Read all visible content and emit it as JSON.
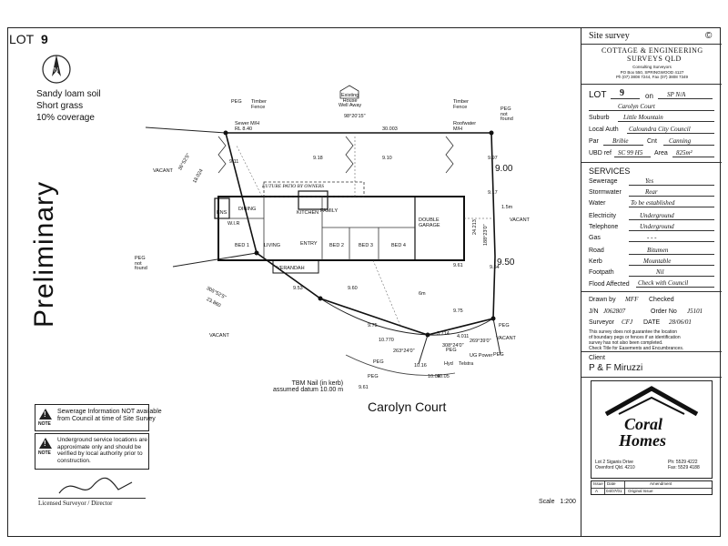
{
  "header": {
    "lot_label": "LOT",
    "lot_number": "9"
  },
  "soil_notes": {
    "line1": "Sandy loam soil",
    "line2": "Short grass",
    "line3": "10% coverage"
  },
  "watermark": "Preliminary",
  "plan": {
    "peg_labels": [
      "PEG",
      "PEG",
      "PEG",
      "PEG",
      "PEG",
      "PEG"
    ],
    "peg_not_found": [
      "PEG\nnot\nfound",
      "PEG\nnot\nfound"
    ],
    "timber_fence_left": "Timber\nFence",
    "timber_fence_right": "Timber\nFence",
    "existing_house": "Existing\nHouse\nWell Away",
    "sewer_mh": "Sewer M/H\nRL 8.40",
    "roofwater_mh": "Roofwater\nM/H",
    "bearing_top": "98°20'15\"",
    "dist_top": "30.003",
    "vacant_labels": [
      "VACANT",
      "VACANT",
      "VACANT",
      "VACANT"
    ],
    "future_patio": "FUTURE PATIO BY OWNERS",
    "rooms": [
      "ENS",
      "DINING",
      "KITCHEN",
      "FAMILY",
      "DOUBLE\nGARAGE",
      "W.I.R",
      "BED 1",
      "LIVING",
      "ENTRY",
      "BED 2",
      "BED 3",
      "BED 4",
      "VERANDAH"
    ],
    "dim_left_bearing": "36°52'5\"",
    "dim_left": "18.024",
    "dim_bottom_bearing": "305°52'5\"",
    "dim_bottom": "23.860",
    "dim_right_bearing": "188°23'0\"",
    "dim_right": "24.213",
    "dim_9_00": "9.00",
    "dim_9_50": "9.50",
    "dim_6m": "6m",
    "dim_1_5m": "1.5m",
    "offsets": [
      "9.11",
      "9.18",
      "9.10",
      "9.97",
      "9.17",
      "9.53",
      "9.60",
      "9.61",
      "9.54",
      "9.75",
      "9.75",
      "10.770",
      "3.714",
      "4.011",
      "10.04",
      "10.16",
      "10.05",
      "9.61"
    ],
    "chord_labels": [
      "263°24'0\"",
      "308°24'0\"",
      "269°39'0\""
    ],
    "ug_power": "UG Power",
    "hyd": "Hyd",
    "telstra": "Telstra",
    "tbm": "TBM Nail (in kerb)\nassumed datum 10.00 m",
    "street": "Carolyn Court"
  },
  "notes": {
    "note_label": "NOTE",
    "note1": "Sewerage Information NOT available\nfrom Council at time of Site Survey",
    "note2": "Underground service locations are\napproximate only and should be\nverified by local authority prior to\nconstruction."
  },
  "footer": {
    "signature_label": "Licensed Surveyor / Director",
    "scale": "Scale   1:200"
  },
  "panel": {
    "title": "Site survey",
    "copyright": "©",
    "firm_line1": "COTTAGE & ENGINEERING",
    "firm_line2": "SURVEYS QLD",
    "firm_sub": "Consulting Surveyors\nPO Box 550, SPRINGWOOD 4127\nPh (07) 3808 7244, Fax (07) 3808 7349",
    "lot_label": "LOT",
    "lot_value": "9",
    "on_label": "on",
    "on_value": "SP N/A",
    "street_value": "Carolyn Court",
    "suburb_label": "Suburb",
    "suburb_value": "Little Mountain",
    "local_auth_label": "Local Auth",
    "local_auth_value": "Caloundra City Council",
    "par_label": "Par",
    "par_value": "Bribie",
    "cnt_label": "Cnt",
    "cnt_value": "Canning",
    "ubd_label": "UBD ref",
    "ubd_value": "SC 99 H5",
    "area_label": "Area",
    "area_value": "825m²",
    "services_title": "SERVICES",
    "services": [
      {
        "label": "Sewerage",
        "value": "Yes"
      },
      {
        "label": "Stormwater",
        "value": "Rear"
      },
      {
        "label": "Water",
        "value": "To be established"
      },
      {
        "label": "Electricity",
        "value": "Underground"
      },
      {
        "label": "Telephone",
        "value": "Underground"
      },
      {
        "label": "Gas",
        "value": "- - -"
      },
      {
        "label": "Road",
        "value": "Bitumen"
      },
      {
        "label": "Kerb",
        "value": "Mountable"
      },
      {
        "label": "Footpath",
        "value": "Nil"
      },
      {
        "label": "Flood Affected",
        "value": "Check with Council"
      }
    ],
    "drawn_label": "Drawn by",
    "drawn_value": "MFF",
    "checked_label": "Checked",
    "jn_label": "J/N",
    "jn_value": "J062807",
    "order_label": "Order No",
    "order_value": "J5101",
    "surveyor_label": "Surveyor",
    "surveyor_value": "CFJ",
    "date_label": "DATE",
    "date_value": "28/06/01",
    "disclaimer": "This survey does not guarantee the location\nof boundary pegs or fences if an identification\nsurvey has not also been completed.\nCheck Title for Easements and Encumbrances.",
    "client_label": "Client",
    "client_value": "P & F Miruzzi",
    "logo_text1": "Coral",
    "logo_text2": "Homes",
    "logo_addr": "Lot 2 Siganis Drive\nOxenford Qld. 4210",
    "logo_ph": "Ph: 5529 4222\nFax: 5529 4188",
    "issue_headers": [
      "Issue",
      "Date",
      "Amendment"
    ],
    "issue_row": [
      "A",
      "04/07/01",
      "Original Issue"
    ]
  }
}
